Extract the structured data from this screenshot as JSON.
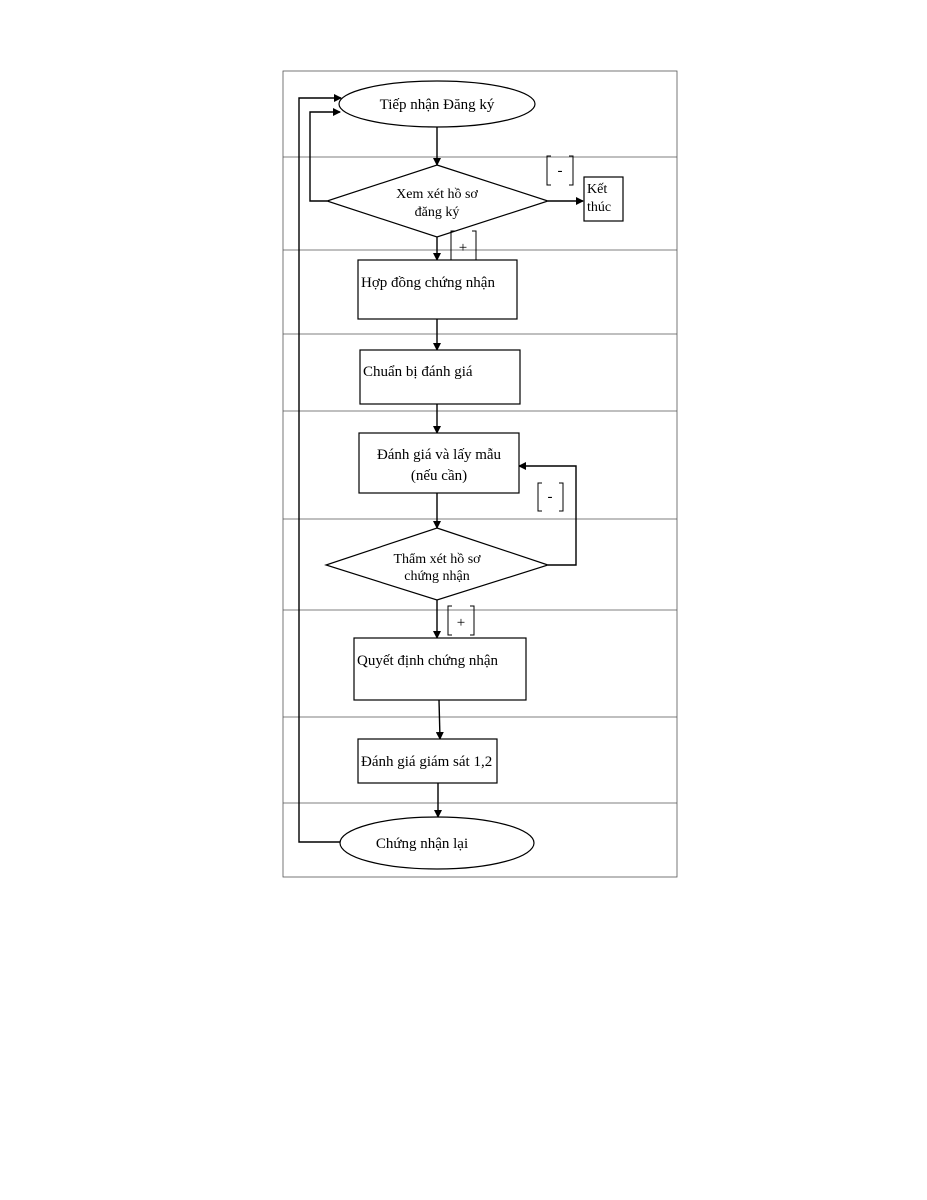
{
  "flowchart": {
    "start": "Tiếp nhận Đăng ký",
    "review": [
      "Xem xét hồ sơ",
      "đăng ký"
    ],
    "reject_label": "-",
    "end_box": [
      "Kết",
      "thúc"
    ],
    "accept_label": "+",
    "contract": "Hợp đồng chứng nhận",
    "prepare": "Chuẩn bị đánh giá",
    "assess": [
      "Đánh giá và lấy mẫu",
      "(nếu cần)"
    ],
    "appraise_reject_label": "-",
    "appraise": [
      "Thẩm xét  hồ sơ",
      "chứng nhận"
    ],
    "appraise_accept_label": "+",
    "decision": "Quyết định chứng nhận",
    "surveillance": "Đánh giá giám sát 1,2",
    "recert": "Chứng nhận lại"
  }
}
